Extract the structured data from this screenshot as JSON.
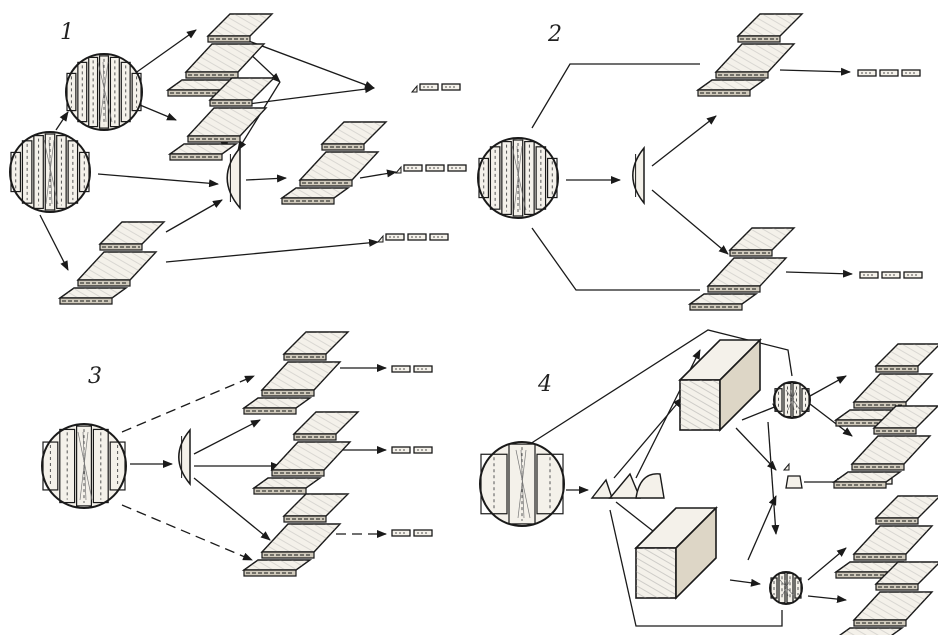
{
  "panels": [
    {
      "label": "1"
    },
    {
      "label": "2"
    },
    {
      "label": "3"
    },
    {
      "label": "4"
    }
  ],
  "colors": {
    "ink": "#1a1a1a",
    "wood": "#f4f1ea"
  }
}
